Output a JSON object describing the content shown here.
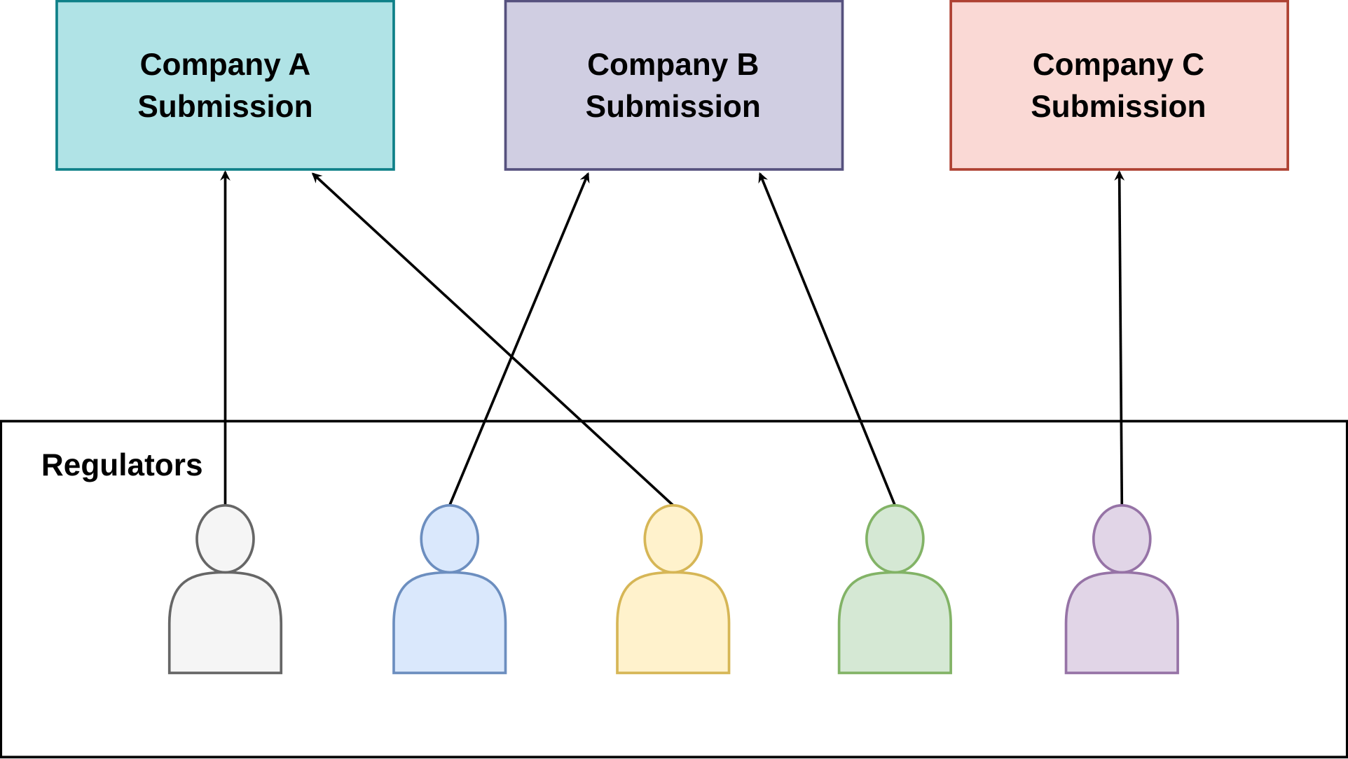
{
  "diagram": {
    "companies": [
      {
        "id": "A",
        "line1": "Company A",
        "line2": "Submission",
        "fill": "#b0e3e6",
        "stroke": "#0e8088"
      },
      {
        "id": "B",
        "line1": "Company B",
        "line2": "Submission",
        "fill": "#d0cee2",
        "stroke": "#56517e"
      },
      {
        "id": "C",
        "line1": "Company C",
        "line2": "Submission",
        "fill": "#fad9d5",
        "stroke": "#ae4132"
      }
    ],
    "group": {
      "label": "Regulators"
    },
    "regulators": [
      {
        "name": "regulator-gray",
        "fill": "#f5f5f5",
        "stroke": "#666666"
      },
      {
        "name": "regulator-blue",
        "fill": "#dae8fc",
        "stroke": "#6c8ebf"
      },
      {
        "name": "regulator-yellow",
        "fill": "#fff2cc",
        "stroke": "#d6b656"
      },
      {
        "name": "regulator-green",
        "fill": "#d5e8d4",
        "stroke": "#82b366"
      },
      {
        "name": "regulator-purple",
        "fill": "#e1d5e7",
        "stroke": "#9673a6"
      }
    ],
    "edges": [
      {
        "from": "regulator-gray",
        "to": "A"
      },
      {
        "from": "regulator-yellow",
        "to": "A"
      },
      {
        "from": "regulator-blue",
        "to": "B"
      },
      {
        "from": "regulator-green",
        "to": "B"
      },
      {
        "from": "regulator-purple",
        "to": "C"
      }
    ]
  }
}
